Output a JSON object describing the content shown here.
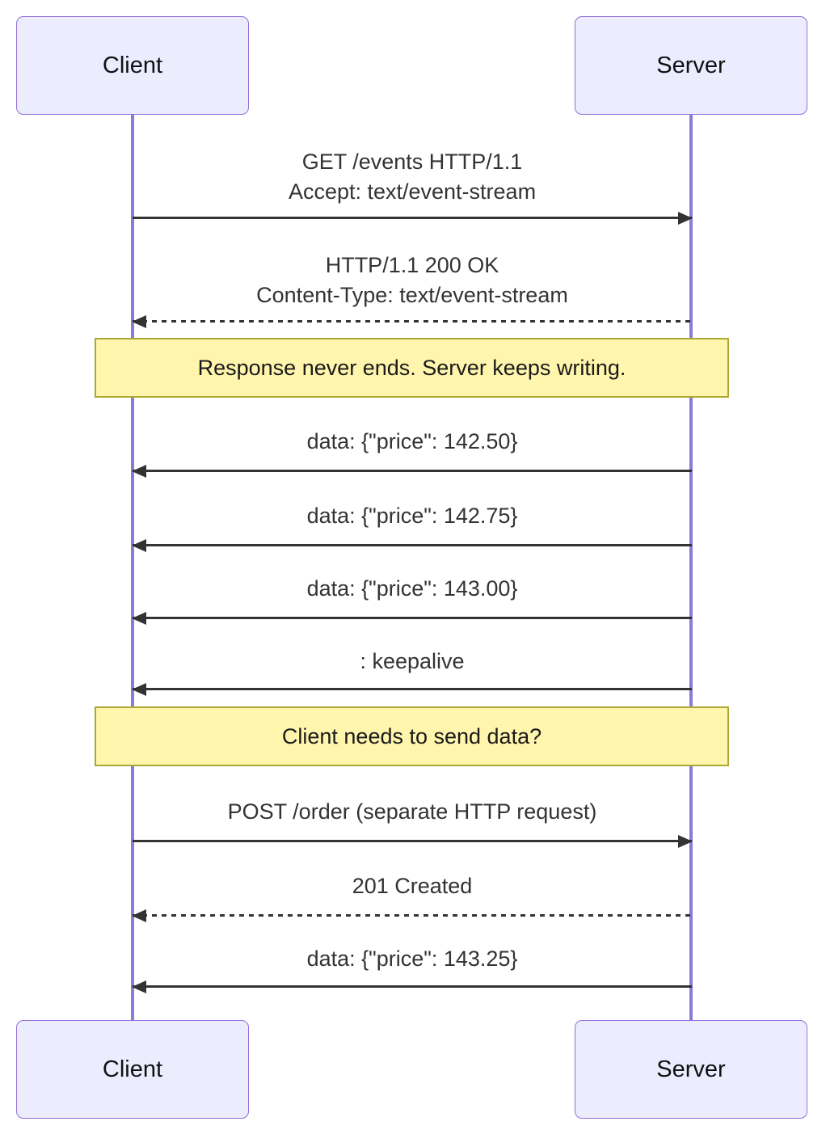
{
  "diagram_type": "sequence-diagram",
  "topic": "Server-Sent Events (SSE) over HTTP",
  "actors": {
    "client": {
      "label": "Client"
    },
    "server": {
      "label": "Server"
    }
  },
  "messages": [
    {
      "lines": [
        "GET /events HTTP/1.1",
        "Accept: text/event-stream"
      ],
      "from": "Client",
      "to": "Server",
      "arrow": "solid"
    },
    {
      "lines": [
        "HTTP/1.1 200 OK",
        "Content-Type: text/event-stream"
      ],
      "from": "Server",
      "to": "Client",
      "arrow": "dashed"
    },
    {
      "lines": [
        "data: {\"price\": 142.50}"
      ],
      "from": "Server",
      "to": "Client",
      "arrow": "solid"
    },
    {
      "lines": [
        "data: {\"price\": 142.75}"
      ],
      "from": "Server",
      "to": "Client",
      "arrow": "solid"
    },
    {
      "lines": [
        "data: {\"price\": 143.00}"
      ],
      "from": "Server",
      "to": "Client",
      "arrow": "solid"
    },
    {
      "lines": [
        ": keepalive"
      ],
      "from": "Server",
      "to": "Client",
      "arrow": "solid"
    },
    {
      "lines": [
        "POST /order (separate HTTP request)"
      ],
      "from": "Client",
      "to": "Server",
      "arrow": "solid"
    },
    {
      "lines": [
        "201 Created"
      ],
      "from": "Server",
      "to": "Client",
      "arrow": "dashed"
    },
    {
      "lines": [
        "data: {\"price\": 143.25}"
      ],
      "from": "Server",
      "to": "Client",
      "arrow": "solid"
    }
  ],
  "notes": [
    {
      "text": "Response never ends. Server keeps writing.",
      "over": "Client,Server"
    },
    {
      "text": "Client needs to send data?",
      "over": "Client,Server"
    }
  ],
  "colors": {
    "actor_fill": "#ECECFF",
    "actor_border": "#9370DB",
    "lifeline": "#8D7AD8",
    "note_fill": "#FFF5AD",
    "note_border": "#AAAA33",
    "arrow": "#333333",
    "message_text": "#333333",
    "background": "#FFFFFF"
  }
}
